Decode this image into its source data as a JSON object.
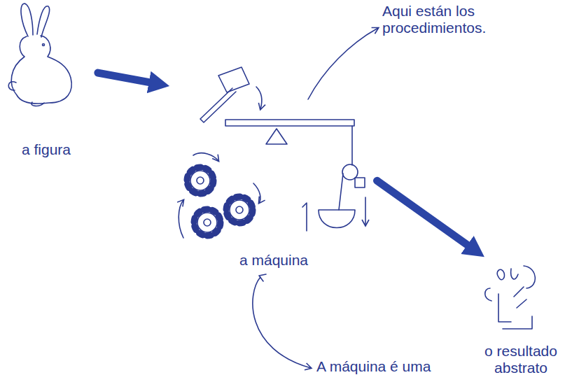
{
  "diagram": {
    "nodes": [
      {
        "text": [
          "a figura"
        ]
      },
      {
        "text": [
          "a máquina"
        ]
      },
      {
        "text": [
          "o resultado abstrato"
        ]
      }
    ],
    "edges": [
      {
        "from": 0,
        "to": 1,
        "arrow": "to"
      },
      {
        "from": 1,
        "to": 2,
        "arrow": "to"
      }
    ],
    "labels": [
      "Aqui están los procedimientos.",
      "A máquina é uma"
    ]
  }
}
